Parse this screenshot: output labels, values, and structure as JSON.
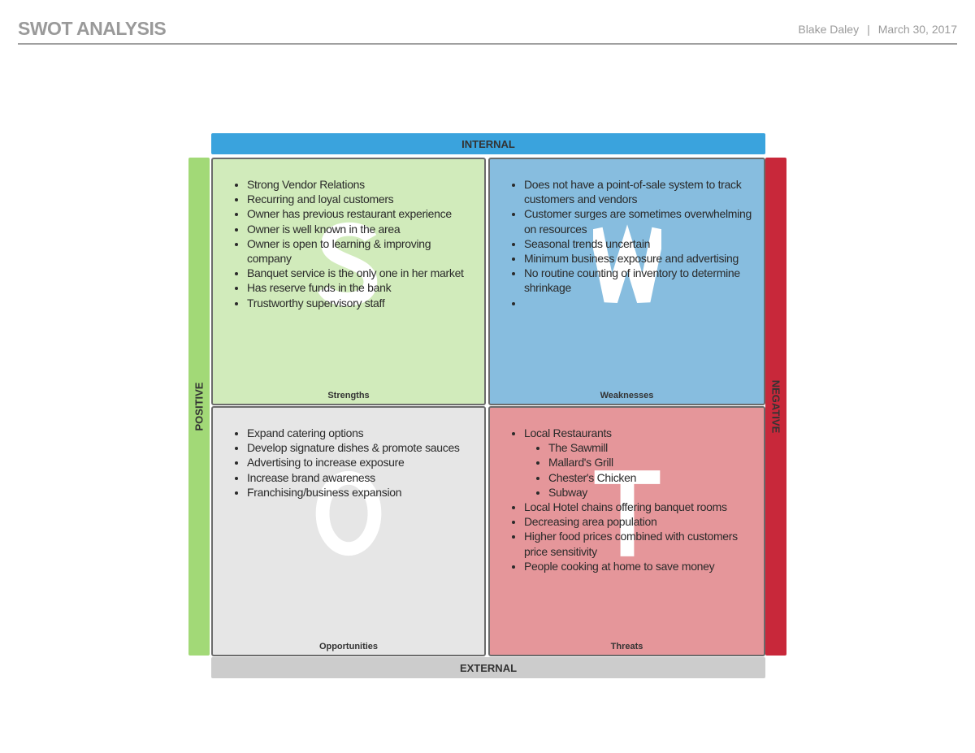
{
  "header": {
    "title": "SWOT ANALYSIS",
    "author": "Blake Daley",
    "separator": "|",
    "date": "March 30, 2017"
  },
  "axes": {
    "internal": "INTERNAL",
    "external": "EXTERNAL",
    "positive": "POSITIVE",
    "negative": "NEGATIVE"
  },
  "colors": {
    "internal": "#3aa3dd",
    "external": "#cccccc",
    "positive": "#a2d977",
    "negative": "#c8283a",
    "strengths": "#d1ebbb",
    "weaknesses": "#87bddf",
    "opportunities": "#e6e6e6",
    "threats": "#e5969a"
  },
  "quadrants": {
    "strengths": {
      "letter": "S",
      "label": "Strengths",
      "items": [
        {
          "text": "Strong Vendor Relations"
        },
        {
          "text": "Recurring and loyal customers"
        },
        {
          "text": "Owner has previous restaurant experience"
        },
        {
          "text": "Owner is well known in the area"
        },
        {
          "text": "Owner is open to learning & improving company"
        },
        {
          "text": "Banquet service is the only one in her market"
        },
        {
          "text": "Has reserve funds in the bank"
        },
        {
          "text": "Trustworthy supervisory staff"
        }
      ]
    },
    "weaknesses": {
      "letter": "W",
      "label": "Weaknesses",
      "items": [
        {
          "text": "Does not have a point-of-sale system to track customers and vendors"
        },
        {
          "text": "Customer surges are sometimes overwhelming on resources"
        },
        {
          "text": "Seasonal trends uncertain"
        },
        {
          "text": "Minimum business exposure and advertising"
        },
        {
          "text": "No routine counting of inventory to determine shrinkage"
        },
        {
          "text": ""
        }
      ]
    },
    "opportunities": {
      "letter": "O",
      "label": "Opportunities",
      "items": [
        {
          "text": "Expand catering options"
        },
        {
          "text": "Develop signature dishes & promote sauces"
        },
        {
          "text": "Advertising to increase exposure"
        },
        {
          "text": "Increase brand awareness"
        },
        {
          "text": "Franchising/business expansion"
        }
      ]
    },
    "threats": {
      "letter": "T",
      "label": "Threats",
      "items": [
        {
          "text": "Local Restaurants",
          "children": [
            "The Sawmill",
            "Mallard's Grill",
            "Chester's Chicken",
            "Subway"
          ]
        },
        {
          "text": "Local Hotel chains offering banquet rooms"
        },
        {
          "text": "Decreasing area population"
        },
        {
          "text": "Higher food prices combined with customers price sensitivity"
        },
        {
          "text": "People cooking at home to save money"
        }
      ]
    }
  }
}
